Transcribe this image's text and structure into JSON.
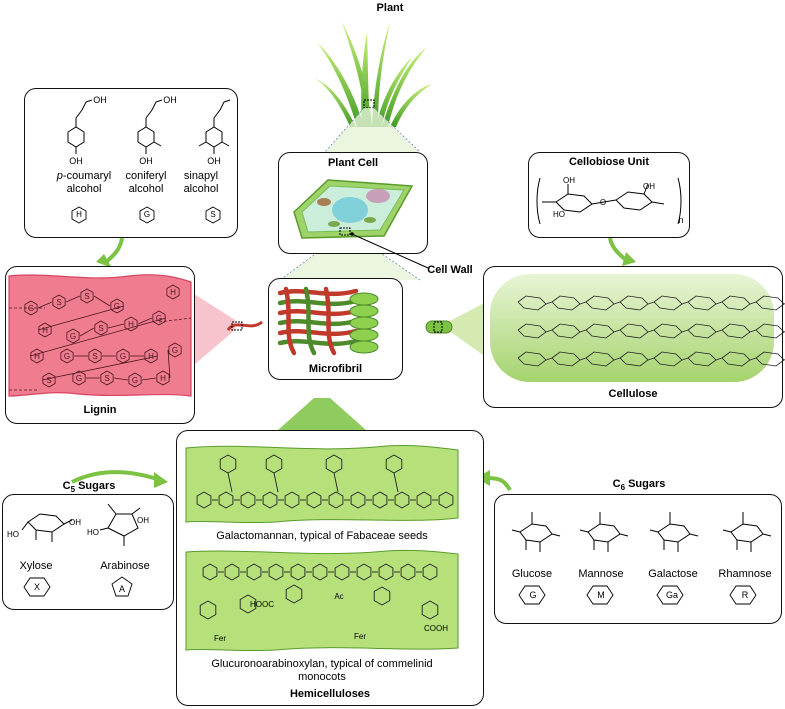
{
  "titles": {
    "plant": "Plant",
    "plant_cell": "Plant Cell",
    "cell_wall": "Cell Wall",
    "microfibril": "Microfibril",
    "lignin": "Lignin",
    "cellulose": "Cellulose",
    "cellobiose": "Cellobiose Unit",
    "hemicelluloses": "Hemicelluloses",
    "c5": "C",
    "c5_sub": "5",
    "c5_rest": " Sugars",
    "c6": "C",
    "c6_sub": "6",
    "c6_rest": " Sugars"
  },
  "monolignols": [
    {
      "name_a": "p",
      "name_b": "-coumaryl",
      "name_c": "alcohol",
      "unit": "H"
    },
    {
      "name_a": "",
      "name_b": "coniferyl",
      "name_c": "alcohol",
      "unit": "G"
    },
    {
      "name_a": "",
      "name_b": "sinapyl",
      "name_c": "alcohol",
      "unit": "S"
    }
  ],
  "c5_sugars": [
    {
      "name": "Xylose",
      "symbol": "X"
    },
    {
      "name": "Arabinose",
      "symbol": "A"
    }
  ],
  "c6_sugars": [
    {
      "name": "Glucose",
      "symbol": "G"
    },
    {
      "name": "Mannose",
      "symbol": "M"
    },
    {
      "name": "Galactose",
      "symbol": "Ga"
    },
    {
      "name": "Rhamnose",
      "symbol": "R"
    }
  ],
  "hemicellulose_captions": {
    "galactomannan": "Galactomannan, typical of Fabaceae seeds",
    "gax_1": "Glucuronoarabinoxylan, typical of commelinid",
    "gax_2": "monocots"
  },
  "chem_labels": {
    "oh": "OH",
    "ho": "HO",
    "o": "O",
    "n": "n",
    "cooh": "COOH",
    "hooc": "HOOC",
    "ac": "Ac",
    "fer": "Fer"
  },
  "lignin_units": [
    "G",
    "S",
    "S",
    "G",
    "H",
    "G",
    "S",
    "H",
    "G",
    "H",
    "G",
    "S",
    "G",
    "H",
    "S",
    "G",
    "S",
    "G",
    "H",
    "G",
    "H"
  ],
  "colors": {
    "lignin_fill": "#f07d8f",
    "lignin_stroke": "#d94461",
    "cellulose_fill": "#cfe8a8",
    "hemi_fill": "#b5e07a",
    "green_arrow": "#7cc243",
    "grass": "#7dcf3b"
  }
}
